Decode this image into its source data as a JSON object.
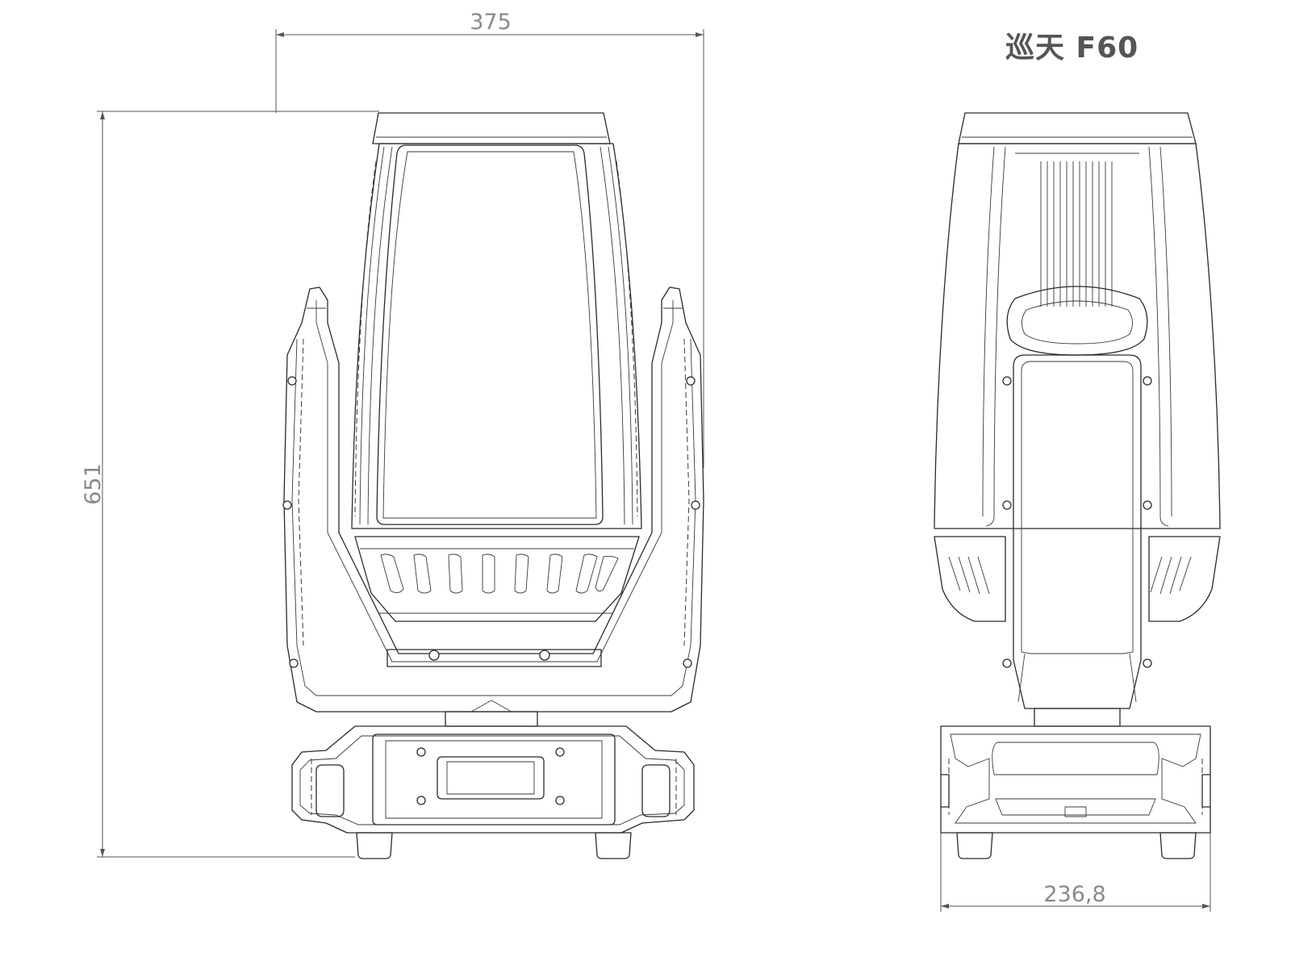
{
  "title": "巡天  F60",
  "dimensions": {
    "width": "375",
    "height": "651",
    "depth": "236,8"
  }
}
